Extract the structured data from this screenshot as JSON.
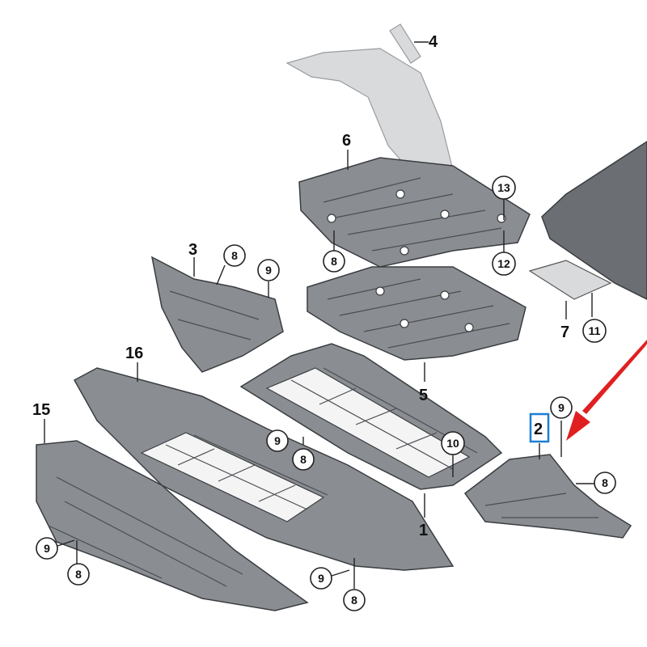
{
  "parts": {
    "p1": "1",
    "p2": "2",
    "p3": "3",
    "p4": "4",
    "p5": "5",
    "p6": "6",
    "p7": "7",
    "p15": "15",
    "p16": "16"
  },
  "callouts": {
    "c8a": "8",
    "c9a": "9",
    "c8b": "8",
    "c13": "13",
    "c12": "12",
    "c11": "11",
    "c9b": "9",
    "c8c": "8",
    "c10": "10",
    "c9c": "9",
    "c8d": "8",
    "c9d": "9",
    "c8e": "8",
    "c9e": "9",
    "c8f": "8"
  },
  "highlight": {
    "color": "#1a7fd6",
    "target": "2"
  },
  "arrow": {
    "color": "#e02020"
  }
}
